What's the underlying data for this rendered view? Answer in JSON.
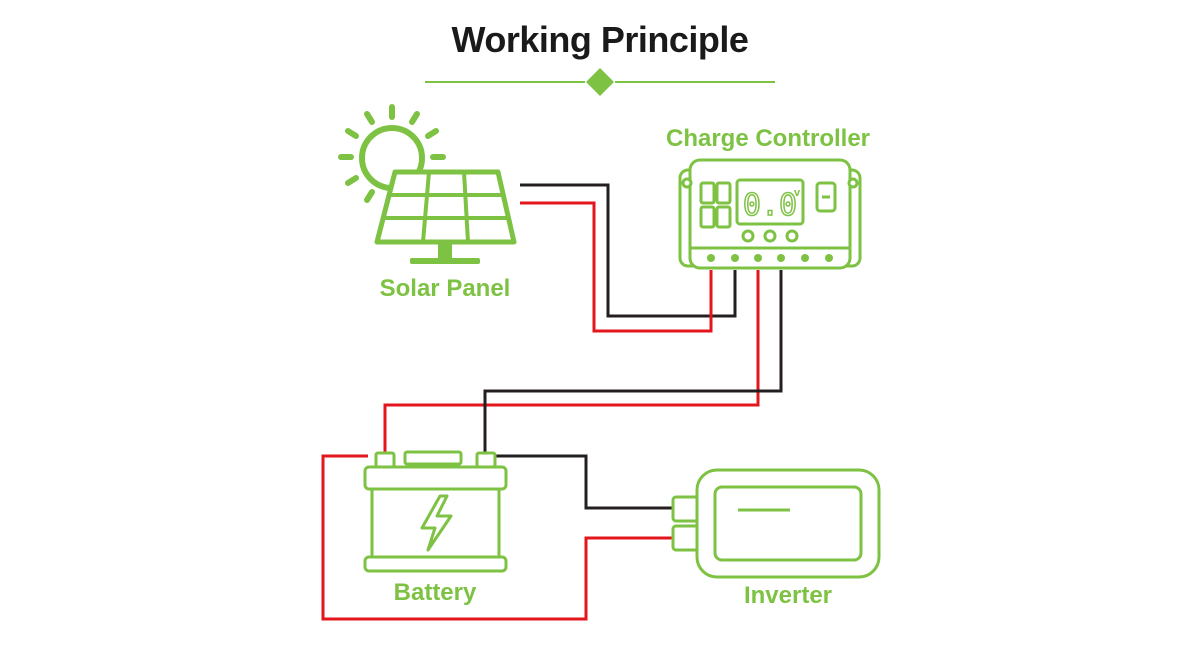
{
  "title": "Working Principle",
  "components": {
    "solar_panel": "Solar Panel",
    "charge_controller": "Charge Controller",
    "battery": "Battery",
    "inverter": "Inverter"
  },
  "controller_display": "0.0",
  "controller_display_unit": "v",
  "colors": {
    "accent": "#7dc242",
    "title": "#1a1a1a",
    "positive_wire": "#e3161c",
    "negative_wire": "#231f20"
  }
}
